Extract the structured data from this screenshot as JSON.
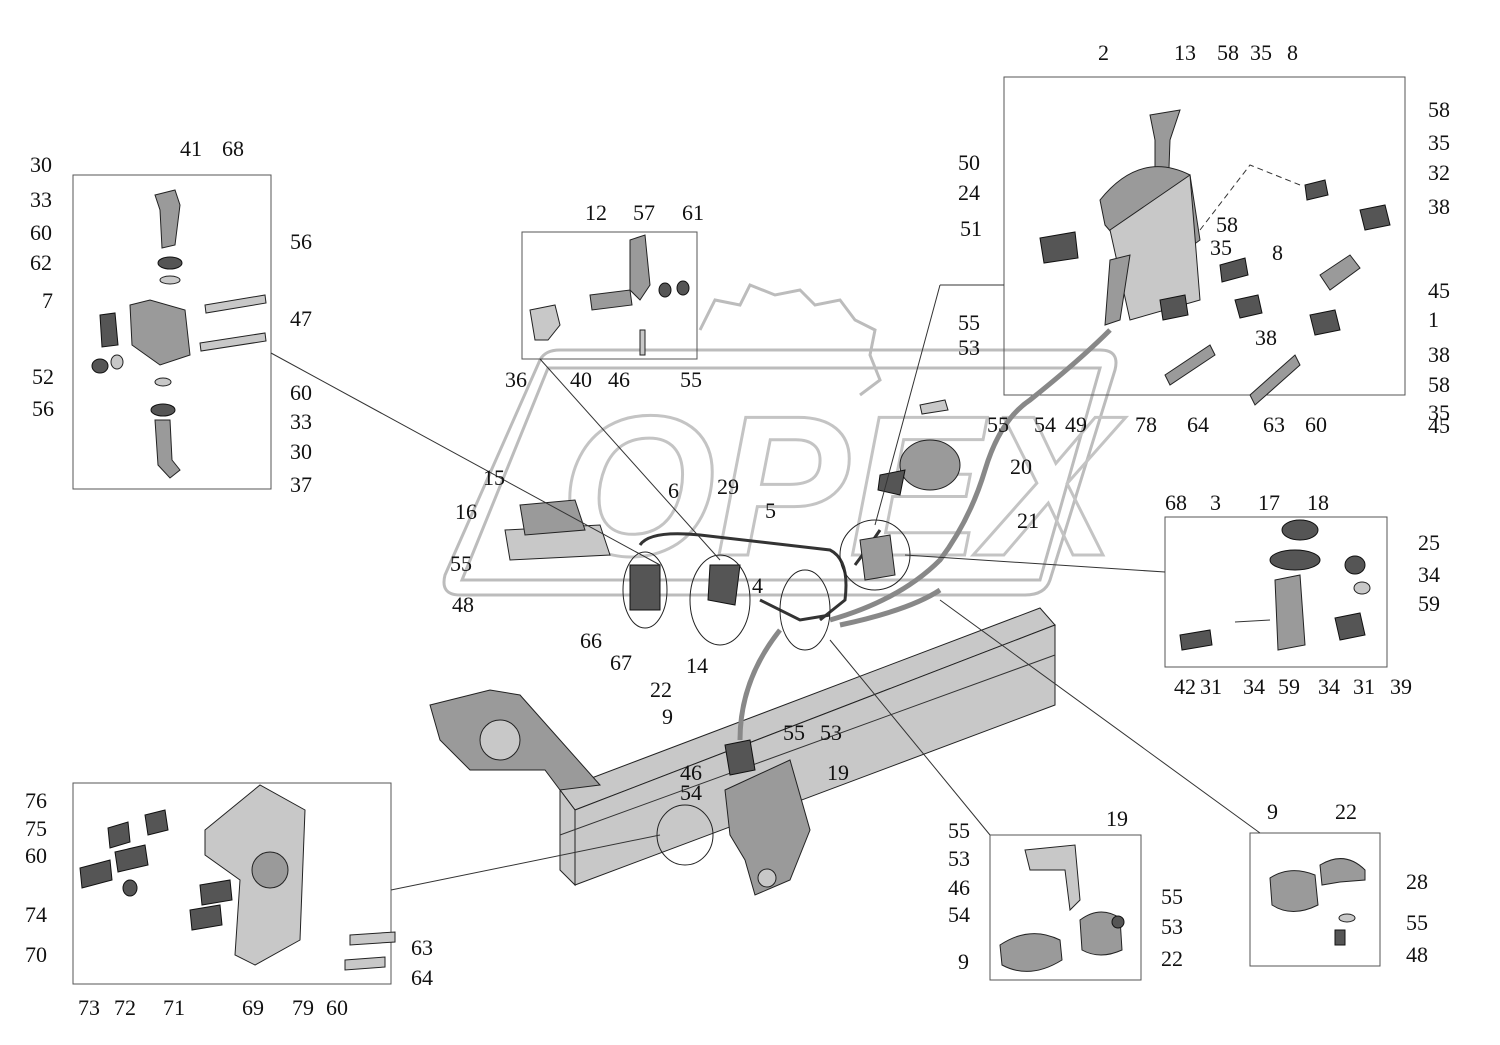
{
  "watermark": {
    "text": "OPEX"
  },
  "callouts": {
    "top_right": [
      "2",
      "13",
      "58",
      "35",
      "8",
      "58",
      "35",
      "32",
      "38",
      "50",
      "24",
      "51",
      "58",
      "35",
      "8",
      "45",
      "1",
      "38",
      "55",
      "53",
      "38",
      "58",
      "45",
      "35",
      "78",
      "64",
      "63",
      "60",
      "54",
      "49",
      "55",
      "20"
    ],
    "center": [
      "12",
      "57",
      "61",
      "36",
      "40",
      "46",
      "55",
      "15",
      "16",
      "55",
      "48",
      "6",
      "29",
      "5",
      "4",
      "21",
      "66",
      "67",
      "14",
      "22",
      "9",
      "55",
      "53",
      "46",
      "54",
      "19"
    ],
    "top_left": [
      "30",
      "41",
      "68",
      "33",
      "60",
      "56",
      "62",
      "7",
      "47",
      "52",
      "60",
      "56",
      "33",
      "30",
      "37"
    ],
    "right_middle": [
      "68",
      "3",
      "17",
      "18",
      "25",
      "34",
      "59",
      "42",
      "31",
      "34",
      "59",
      "34",
      "31",
      "39"
    ],
    "bottom_left": [
      "76",
      "75",
      "60",
      "74",
      "70",
      "73",
      "72",
      "71",
      "69",
      "79",
      "60",
      "63",
      "64"
    ],
    "bottom_mid_right": [
      "55",
      "19",
      "53",
      "46",
      "54",
      "55",
      "53",
      "9",
      "22"
    ],
    "bottom_right": [
      "9",
      "22",
      "28",
      "55",
      "48"
    ]
  }
}
